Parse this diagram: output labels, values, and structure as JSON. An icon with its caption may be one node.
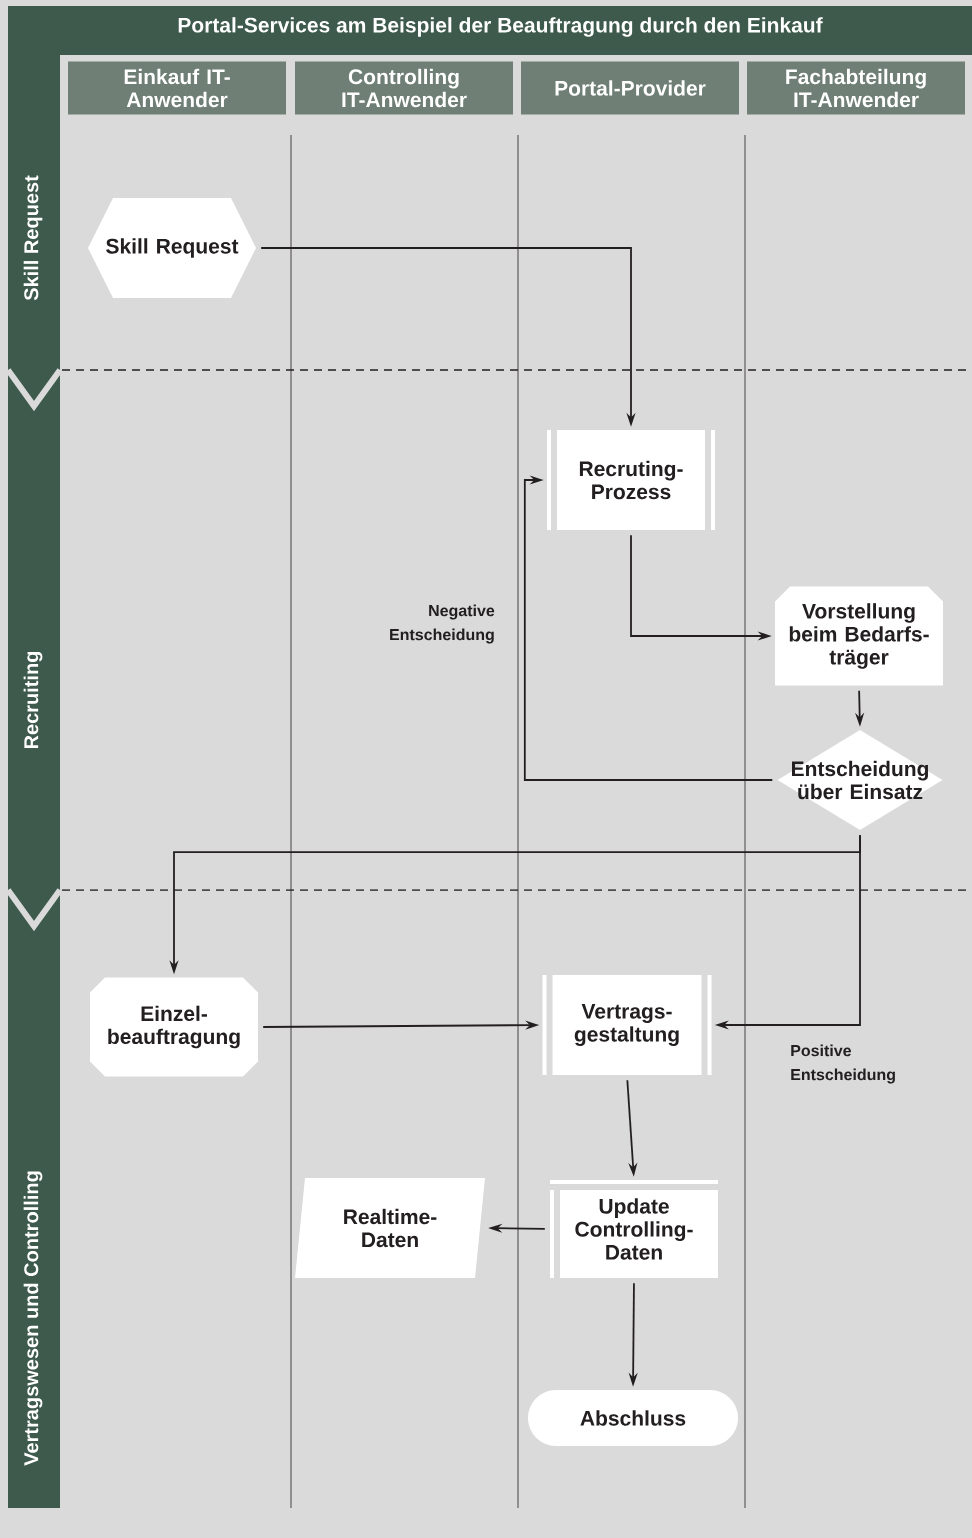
{
  "diagram": {
    "title": "Portal-Services am Beispiel der Beauftragung durch den Einkauf",
    "nodes": [
      {
        "text": [
          "Einkauf IT-Anwender"
        ]
      },
      {
        "text": [
          "Controlling IT-Anwender"
        ]
      },
      {
        "text": [
          "Portal-Provider"
        ]
      },
      {
        "text": [
          "Fachabteilung IT-Anwender"
        ]
      },
      {
        "text": [
          "Skill Request"
        ]
      },
      {
        "text": [
          "Recruiting"
        ]
      },
      {
        "text": [
          "Vertragswesen und Controlling"
        ]
      },
      {
        "text": [
          "Skill Request"
        ]
      },
      {
        "text": [
          "Recruting- Prozess"
        ]
      },
      {
        "text": [
          "Vorstellung beim Bedarfs- träger"
        ]
      },
      {
        "text": [
          "Entscheidung über Einsatz"
        ]
      },
      {
        "text": [
          "Einzel- beauftragung"
        ]
      },
      {
        "text": [
          "Vertrags- gestaltung"
        ]
      },
      {
        "text": [
          "Realtime- Daten"
        ]
      },
      {
        "text": [
          "Update Controlling- Daten"
        ]
      },
      {
        "text": [
          "Abschluss"
        ]
      }
    ],
    "edges": [
      {
        "from": 7,
        "to": 8,
        "arrow": "to"
      },
      {
        "from": 8,
        "to": 9,
        "arrow": "to"
      },
      {
        "from": 9,
        "to": 10,
        "arrow": "to"
      },
      {
        "from": 10,
        "to": 8,
        "arrow": "to",
        "label": "Negative Entscheidung"
      },
      {
        "from": 10,
        "to": 11,
        "arrow": "to"
      },
      {
        "from": 10,
        "to": 12,
        "arrow": "to",
        "label": "Positive Entscheidung"
      },
      {
        "from": 11,
        "to": 12,
        "arrow": "to"
      },
      {
        "from": 12,
        "to": 14,
        "arrow": "to"
      },
      {
        "from": 14,
        "to": 13,
        "arrow": "to"
      },
      {
        "from": 14,
        "to": 15,
        "arrow": "to"
      }
    ]
  }
}
